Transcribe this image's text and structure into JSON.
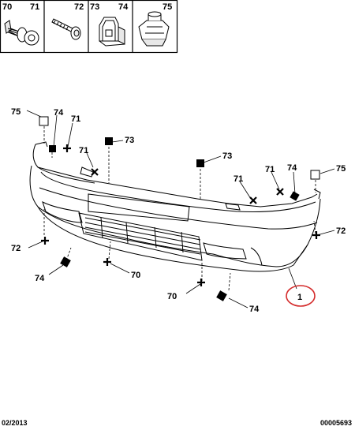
{
  "parts_table": {
    "cells": [
      {
        "left": "70",
        "right": "71"
      },
      {
        "left": "",
        "right": "72"
      },
      {
        "left": "73",
        "right": "74"
      },
      {
        "left": "",
        "right": "75"
      }
    ]
  },
  "callouts": {
    "c75_left": "75",
    "c74_upper_left": "74",
    "c71_upper_left": "71",
    "c71_mid_left": "71",
    "c73_center": "73",
    "c73_right": "73",
    "c71_right": "71",
    "c71_far_right": "71",
    "c74_far_right": "74",
    "c75_right": "75",
    "c72_right": "72",
    "c72_left": "72",
    "c74_left": "74",
    "c70_bottom_center": "70",
    "c70_bottom": "70",
    "c74_bottom": "74",
    "c1_part": "1"
  },
  "footer": {
    "date": "02/2013",
    "reference": "00005693"
  },
  "colors": {
    "line": "#000000",
    "highlight": "#d42b2b",
    "background": "#ffffff"
  }
}
